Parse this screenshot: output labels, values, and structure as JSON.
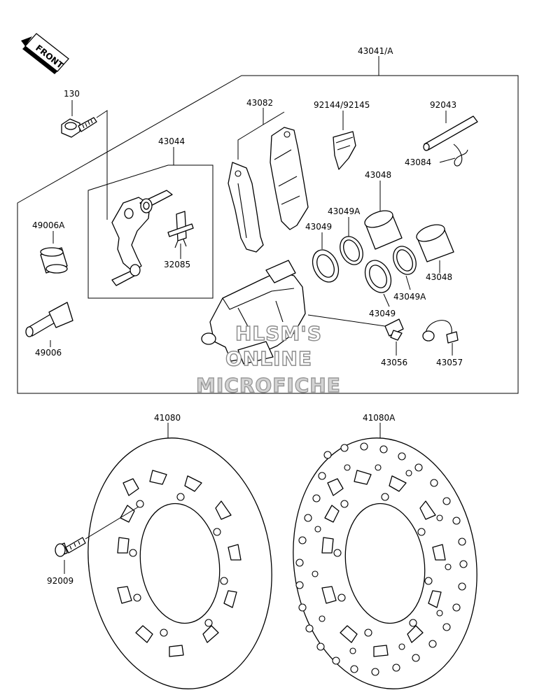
{
  "front_badge": "FRONT",
  "labels": {
    "l43041": "43041/A",
    "l130": "130",
    "l43044": "43044",
    "l43082": "43082",
    "l92144": "92144/92145",
    "l92043": "92043",
    "l43084": "43084",
    "l43048a": "43048",
    "l43049A_top": "43049A",
    "l43049_top": "43049",
    "l49006A": "49006A",
    "l32085": "32085",
    "l43048b": "43048",
    "l43049A_bot": "43049A",
    "l43049_bot": "43049",
    "l49006": "49006",
    "l43056": "43056",
    "l43057": "43057",
    "l41080": "41080",
    "l41080A": "41080A",
    "l92009": "92009"
  },
  "watermark": {
    "line1": "HLSM'S",
    "line2": "ONLINE",
    "line3": "MICROFICHE"
  }
}
